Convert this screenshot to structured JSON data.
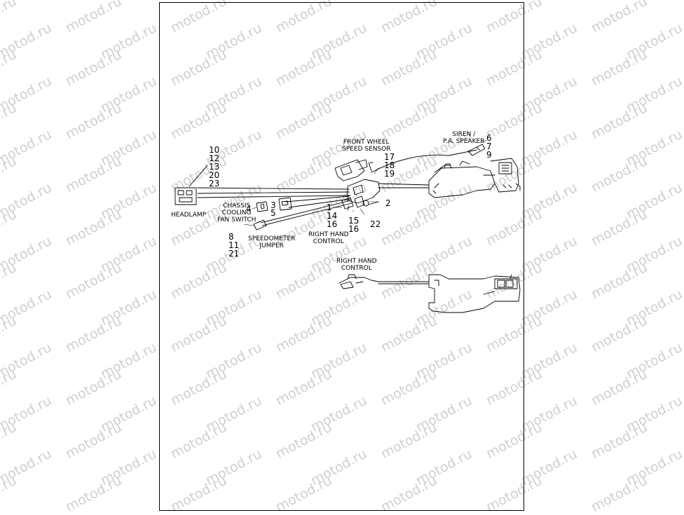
{
  "watermark": "motod.ru",
  "labels": {
    "headlamp": "HEADLAMP",
    "chassis_fan": [
      "CHASSIS",
      "COOLING",
      "FAN SWITCH"
    ],
    "speedometer": [
      "SPEEDOMETER",
      "JUMPER"
    ],
    "front_wheel": [
      "FRONT WHEEL",
      "SPEED SENSOR"
    ],
    "siren": [
      "SIREN /",
      "P.A. SPEAKER"
    ],
    "rhc_top": [
      "RIGHT HAND",
      "CONTROL"
    ],
    "rhc_bottom": [
      "RIGHT HAND",
      "CONTROL"
    ]
  },
  "callouts": {
    "headlamp_refs": [
      "10",
      "12",
      "13",
      "20",
      "23"
    ],
    "fan_4": "4",
    "fan_3": "3",
    "fan_5": "5",
    "speedo_refs": [
      "8",
      "11",
      "21"
    ],
    "rhc_left_refs": [
      "1",
      "14",
      "16"
    ],
    "rhc_mid_refs": [
      "15",
      "16"
    ],
    "ref_2": "2",
    "ref_22": "22",
    "sensor_refs": [
      "17",
      "18",
      "19"
    ],
    "siren_refs": [
      "6",
      "7",
      "9"
    ]
  }
}
